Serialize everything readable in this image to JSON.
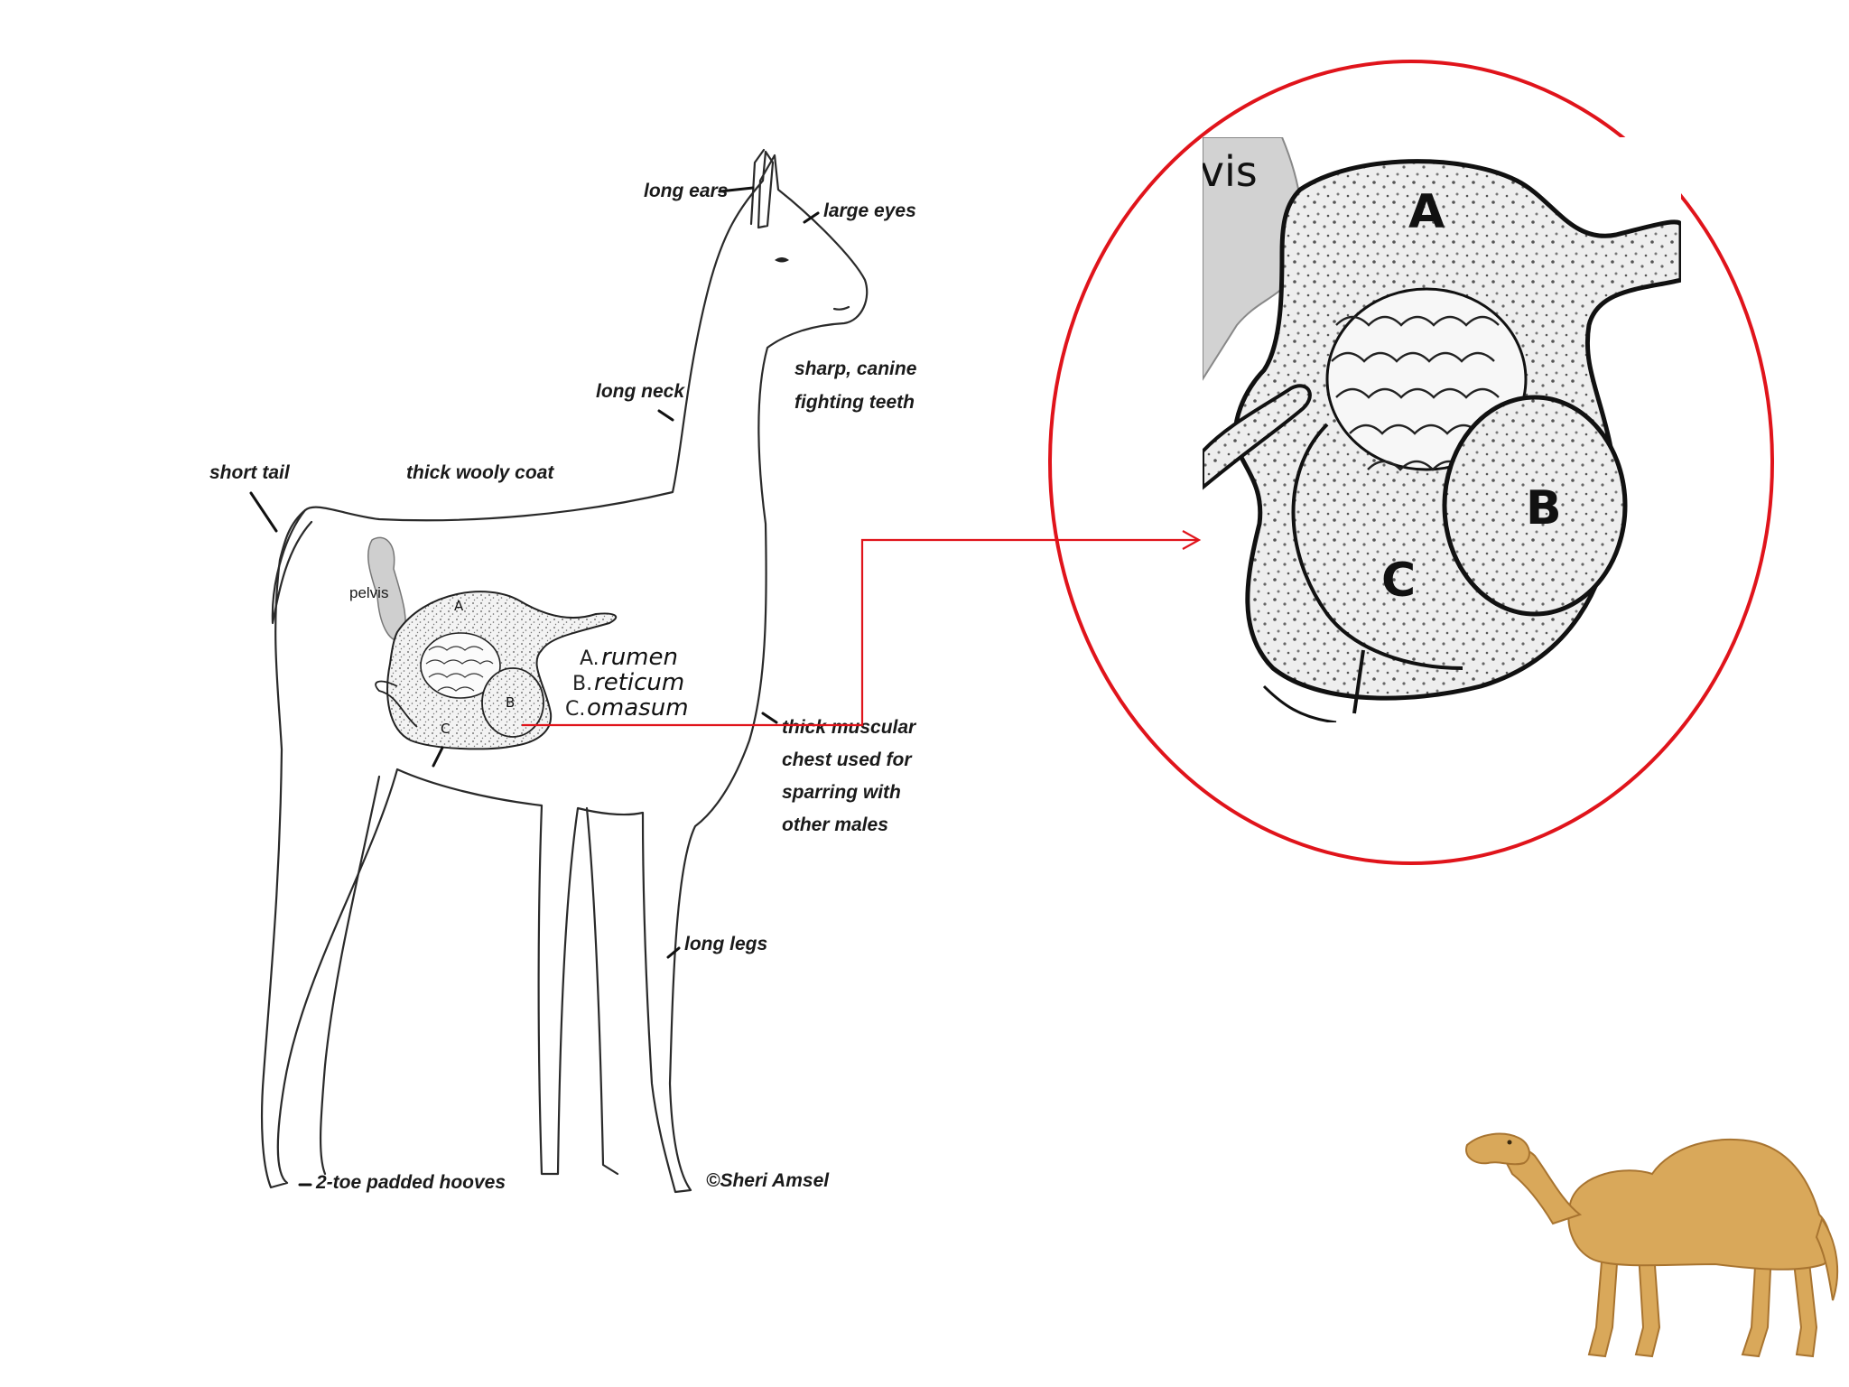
{
  "labels": {
    "long_ears": "long ears",
    "large_eyes": "large eyes",
    "long_neck": "long neck",
    "sharp_teeth_1": "sharp, canine",
    "sharp_teeth_2": "fighting teeth",
    "short_tail": "short tail",
    "wooly_coat": "thick wooly coat",
    "pelvis": "pelvis",
    "chest_1": "thick muscular",
    "chest_2": "chest used for",
    "chest_3": "sparring with",
    "chest_4": "other males",
    "long_legs": "long legs",
    "hooves": "2-toe padded hooves",
    "copyright": "©Sheri Amsel"
  },
  "stomach_legend": [
    {
      "letter": "A.",
      "name": "rumen"
    },
    {
      "letter": "B.",
      "name": "reticum"
    },
    {
      "letter": "C.",
      "name": "omasum"
    }
  ],
  "organ_letters": {
    "a": "A",
    "b": "B",
    "c": "C"
  },
  "zoom": {
    "pelvis_fragment": "lvis",
    "a": "A",
    "b": "B",
    "c": "C"
  },
  "colors": {
    "callout_red": "#e0141b",
    "ink": "#2a2a2a",
    "camel": "#d9a85a"
  }
}
